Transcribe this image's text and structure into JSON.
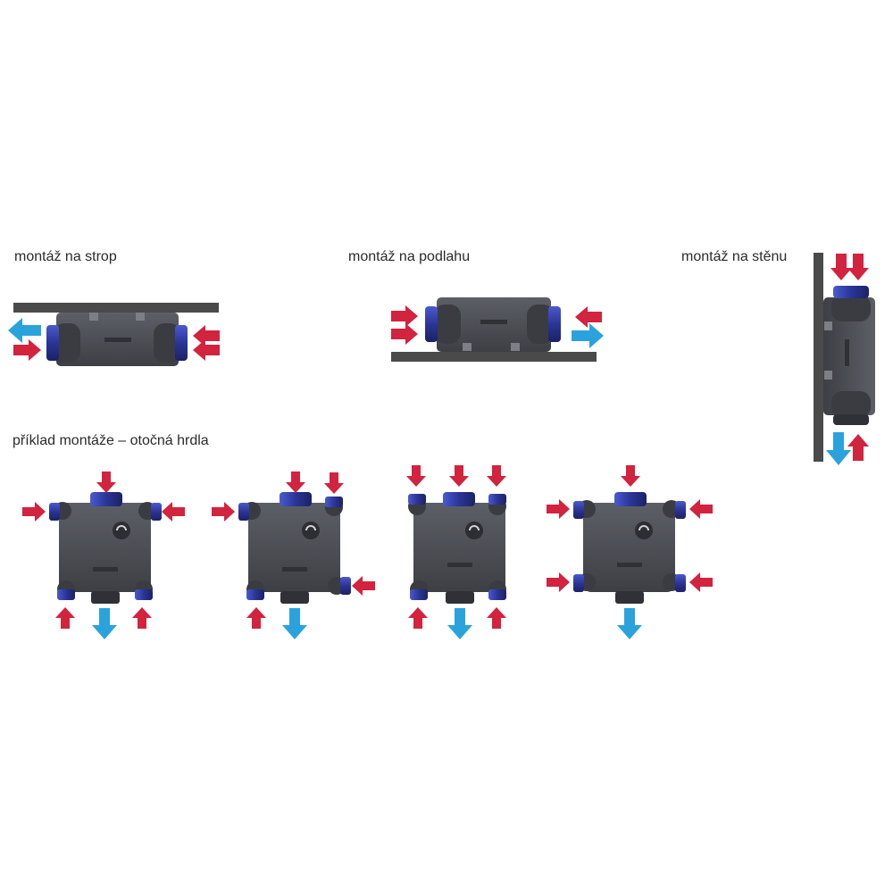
{
  "labels": {
    "ceiling": "montáž na strop",
    "floor": "montáž na podlahu",
    "wall": "montáž na stěnu",
    "example": "příklad montáže – otočná hrdla"
  },
  "colors": {
    "intake_arrow": "#d2233f",
    "exhaust_arrow": "#2aa3dc",
    "spigot": "#2f3fa3",
    "housing": "#4a4c52",
    "surface": "#4a4a4a"
  },
  "icons": [
    "inflow-arrow",
    "outflow-arrow",
    "fan-unit",
    "rotating-spigot",
    "fan-logo-icon"
  ]
}
